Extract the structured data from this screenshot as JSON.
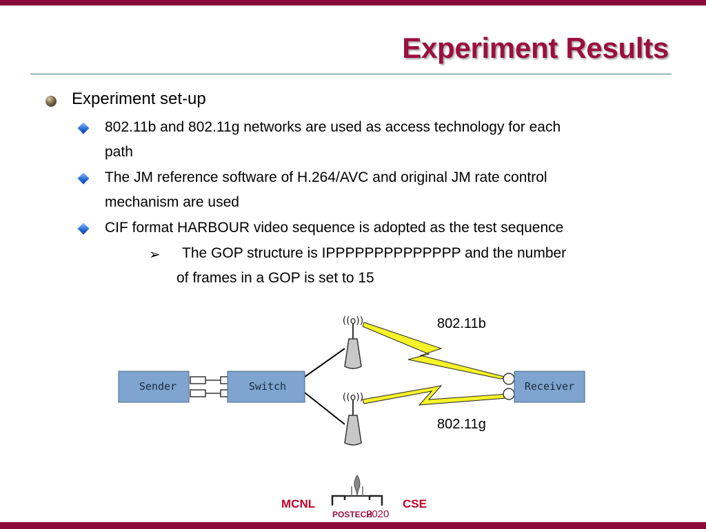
{
  "slide": {
    "title": "Experiment Results",
    "bullets": {
      "main": "Experiment set-up",
      "items": [
        "802.11b and 802.11g networks are used as access technology for each",
        "path",
        "The JM reference software of H.264/AVC and original JM rate control",
        "mechanism are used",
        "CIF format HARBOUR video sequence is adopted as the test sequence"
      ],
      "sub": [
        "The GOP structure is IPPPPPPPPPPPPPP and the number",
        "of frames in a GOP is set to 15"
      ],
      "sub_marker": "➢"
    }
  },
  "diagram": {
    "sender_label": "Sender",
    "switch_label": "Switch",
    "receiver_label": "Receiver",
    "link_b_label": "802.11b",
    "link_g_label": "802.11g",
    "antenna_signal_glyph": "((o))",
    "lightning_color": "#f5f22a",
    "box_fill": "#7ea4cf"
  },
  "footer": {
    "left_label": "MCNL",
    "right_label": "CSE",
    "logo_text": "POSTECH",
    "logo_year": "2020"
  },
  "colors": {
    "accent": "#8b0a3a",
    "title": "#9b0f3e",
    "rule": "#3d7a8c"
  }
}
